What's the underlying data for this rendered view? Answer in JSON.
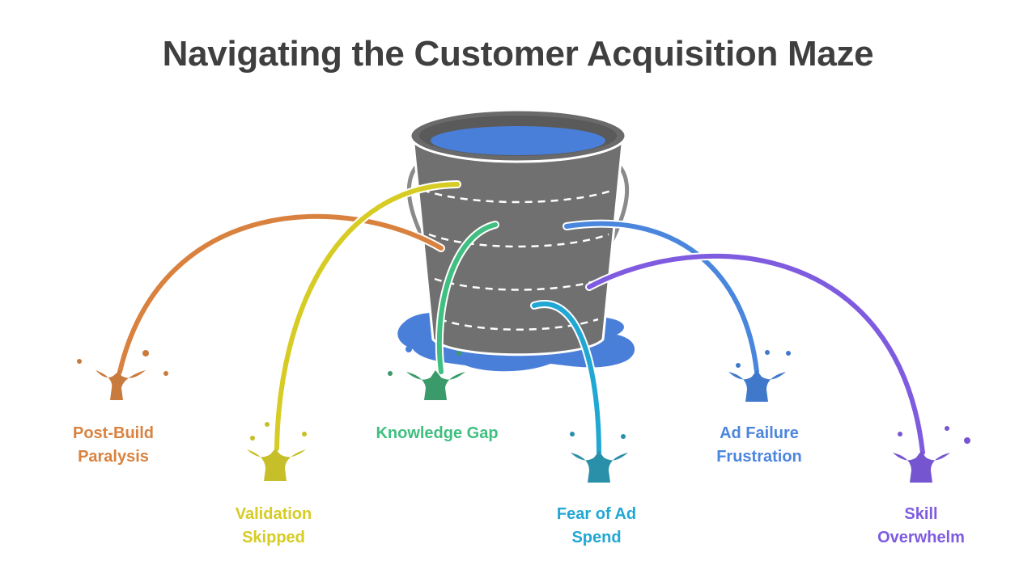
{
  "title": "Navigating the Customer Acquisition Maze",
  "labels": {
    "post_build": "Post-Build\nParalysis",
    "validation": "Validation\nSkipped",
    "knowledge": "Knowledge Gap",
    "fear": "Fear of Ad\nSpend",
    "ad_failure": "Ad Failure\nFrustration",
    "skill": "Skill\nOverwhelm"
  },
  "colors": {
    "post_build": "#d9823f",
    "validation": "#d6cc24",
    "knowledge": "#3fbf80",
    "fear": "#21a7d4",
    "ad_failure": "#4b86dd",
    "skill": "#7f5be0",
    "bucket": "#6e6e6e",
    "water": "#4a7fd9"
  }
}
